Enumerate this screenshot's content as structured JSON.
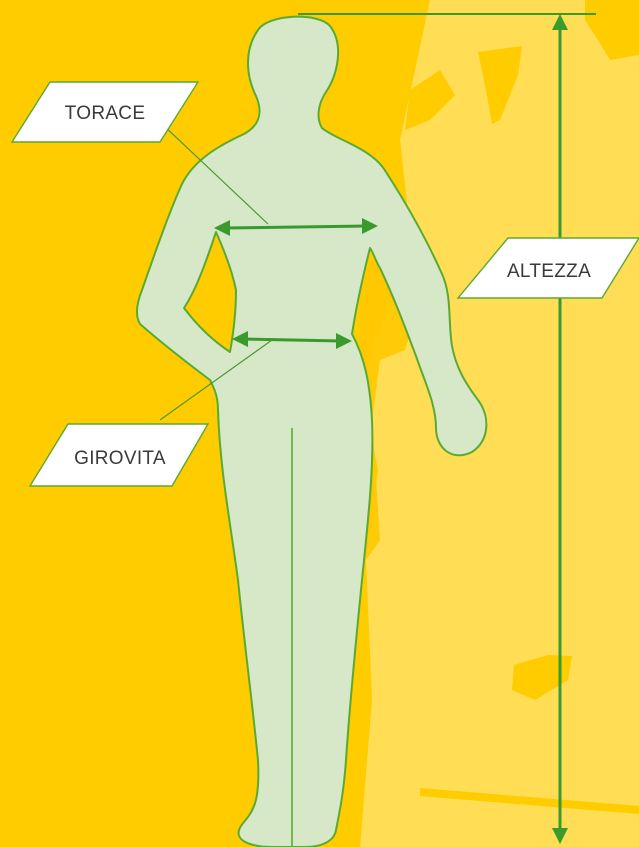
{
  "labels": {
    "chest": "TORACE",
    "height": "ALTEZZA",
    "waist": "GIROVITA"
  },
  "colors": {
    "background_left": "#ffcc00",
    "background_right": "#ffdd55",
    "figure_fill": "#d6e8c8",
    "figure_outline": "#5aaa32",
    "measure_line": "#3a9a2e",
    "label_box": "#ffffff"
  }
}
